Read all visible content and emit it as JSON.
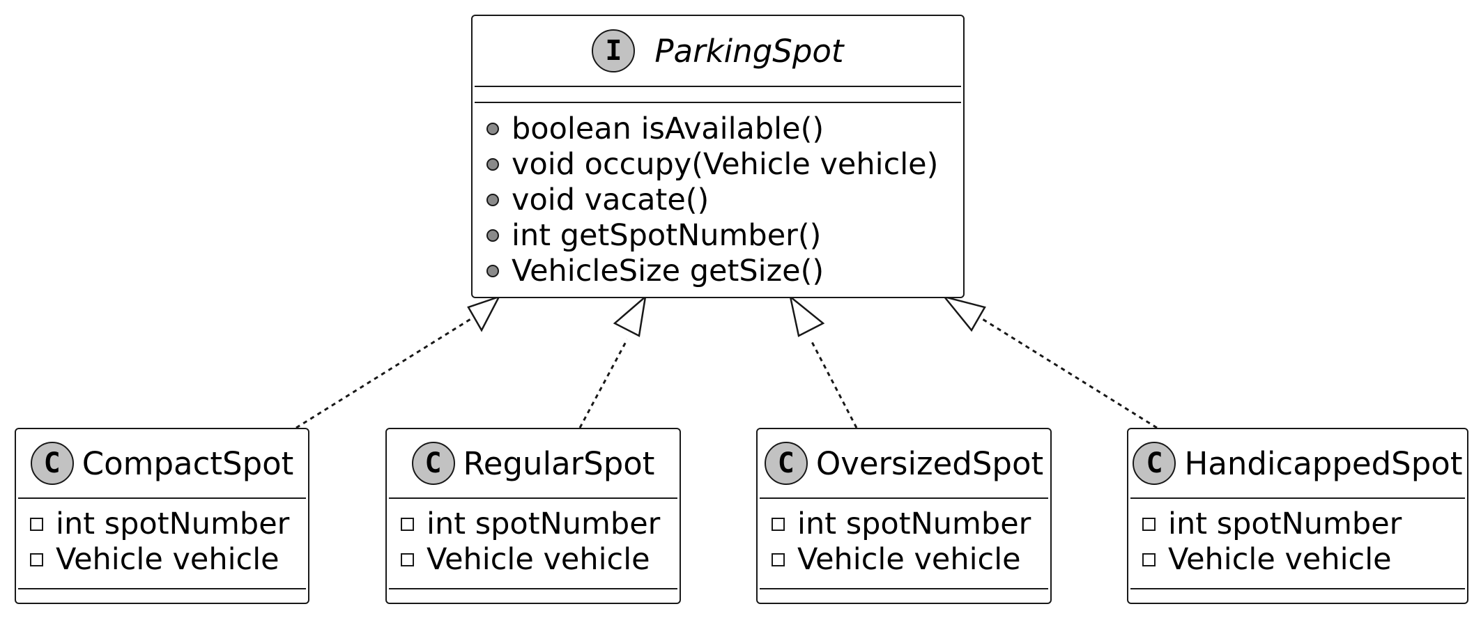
{
  "interface": {
    "stereotype_letter": "I",
    "name": "ParkingSpot",
    "methods": [
      "boolean isAvailable()",
      "void occupy(Vehicle vehicle)",
      "void vacate()",
      "int getSpotNumber()",
      "VehicleSize getSize()"
    ]
  },
  "classes": [
    {
      "letter": "C",
      "name": "CompactSpot",
      "fields": [
        "int spotNumber",
        "Vehicle vehicle"
      ]
    },
    {
      "letter": "C",
      "name": "RegularSpot",
      "fields": [
        "int spotNumber",
        "Vehicle vehicle"
      ]
    },
    {
      "letter": "C",
      "name": "OversizedSpot",
      "fields": [
        "int spotNumber",
        "Vehicle vehicle"
      ]
    },
    {
      "letter": "C",
      "name": "HandicappedSpot",
      "fields": [
        "int spotNumber",
        "Vehicle vehicle"
      ]
    }
  ],
  "relations": [
    {
      "type": "realization",
      "from": "CompactSpot",
      "to": "ParkingSpot"
    },
    {
      "type": "realization",
      "from": "RegularSpot",
      "to": "ParkingSpot"
    },
    {
      "type": "realization",
      "from": "OversizedSpot",
      "to": "ParkingSpot"
    },
    {
      "type": "realization",
      "from": "HandicappedSpot",
      "to": "ParkingSpot"
    }
  ]
}
